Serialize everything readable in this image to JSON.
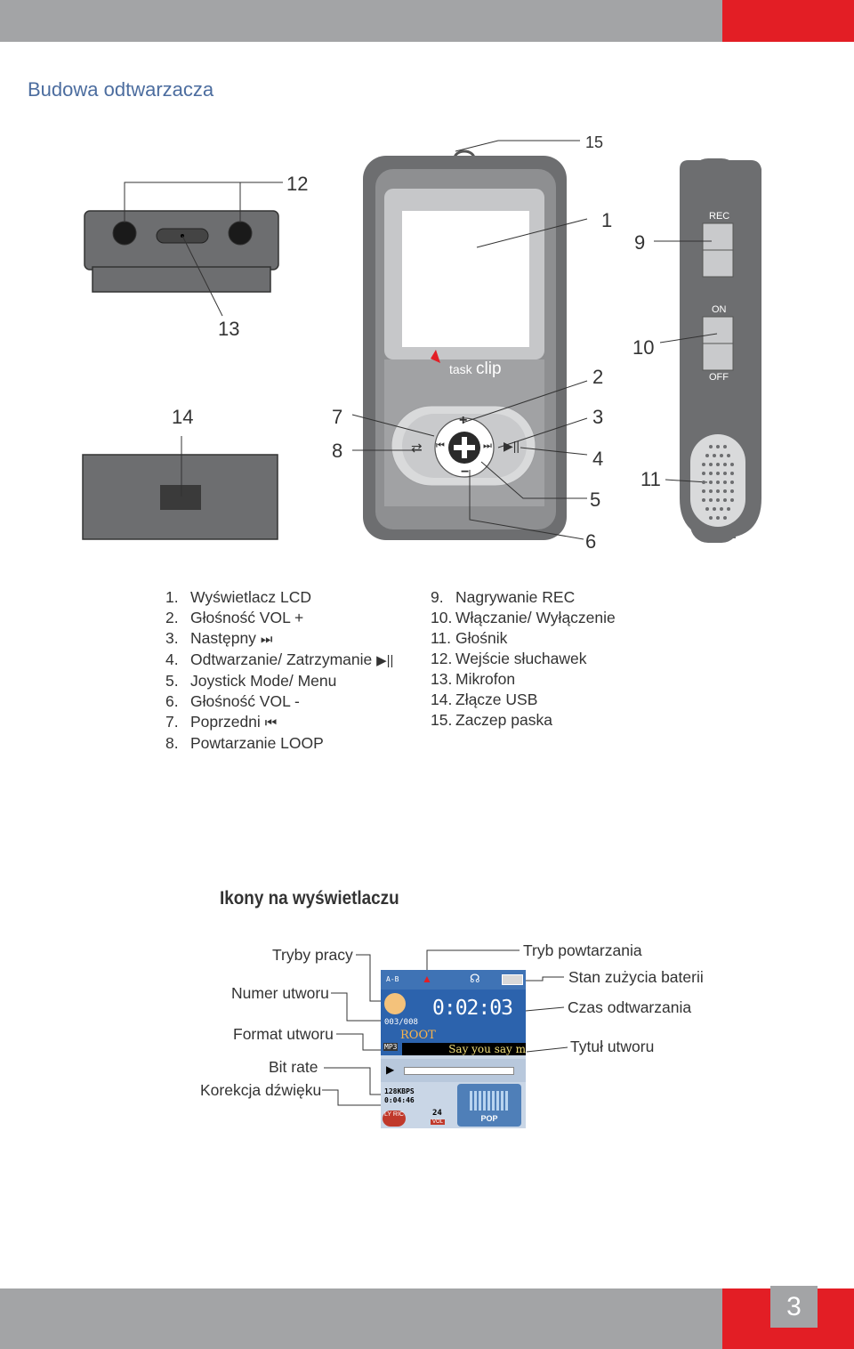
{
  "header": {
    "section_title": "Budowa odtwarzacza"
  },
  "callouts": [
    "1",
    "2",
    "3",
    "4",
    "5",
    "6",
    "7",
    "8",
    "9",
    "10",
    "11",
    "12",
    "13",
    "14",
    "15"
  ],
  "device": {
    "brand": "clip",
    "brand_prefix": "task",
    "switch_rec": "REC",
    "switch_on": "ON",
    "switch_off": "OFF"
  },
  "parts_left": [
    {
      "n": "1.",
      "label": "Wyświetlacz LCD",
      "icon": ""
    },
    {
      "n": "2.",
      "label": "Głośność VOL +",
      "icon": ""
    },
    {
      "n": "3.",
      "label": "Następny",
      "icon": "next-icon"
    },
    {
      "n": "4.",
      "label": "Odtwarzanie/ Zatrzymanie",
      "icon": "play-pause-icon"
    },
    {
      "n": "5.",
      "label": "Joystick Mode/ Menu",
      "icon": ""
    },
    {
      "n": "6.",
      "label": "Głośność VOL -",
      "icon": ""
    },
    {
      "n": "7.",
      "label": "Poprzedni",
      "icon": "prev-icon"
    },
    {
      "n": "8.",
      "label": "Powtarzanie LOOP",
      "icon": ""
    }
  ],
  "parts_right": [
    {
      "n": "9.",
      "label": "Nagrywanie REC"
    },
    {
      "n": "10.",
      "label": "Włączanie/ Wyłączenie"
    },
    {
      "n": "11.",
      "label": "Głośnik"
    },
    {
      "n": "12.",
      "label": "Wejście słuchawek"
    },
    {
      "n": "13.",
      "label": "Mikrofon"
    },
    {
      "n": "14.",
      "label": "Złącze USB"
    },
    {
      "n": "15.",
      "label": "Zaczep paska"
    }
  ],
  "icons_section": {
    "title": "Ikony na wyświetlaczu",
    "labels_left": [
      "Tryby pracy",
      "Numer utworu",
      "Format utworu",
      "Bit rate",
      "Korekcja dźwięku"
    ],
    "labels_right": [
      "Tryb powtarzania",
      "Stan zużycia baterii",
      "Czas odtwarzania",
      "Tytuł utworu"
    ]
  },
  "lcd": {
    "repeat_mode": "A-B",
    "time": "0:02:03",
    "track_number": "003/008",
    "folder": "ROOT",
    "format": "MP3",
    "song_title": "Say you say m",
    "bitrate": "128KBPS",
    "total_time": "0:04:46",
    "volume": "24",
    "vol_label": "VOL",
    "lyric": "LY RIC",
    "eq": "POP"
  },
  "footer": {
    "page_number": "3"
  },
  "colors": {
    "accent_red": "#e31e25",
    "bar_gray": "#a3a4a6",
    "title_blue": "#4c6d9f",
    "lcd_blue": "#1f5fa8"
  }
}
